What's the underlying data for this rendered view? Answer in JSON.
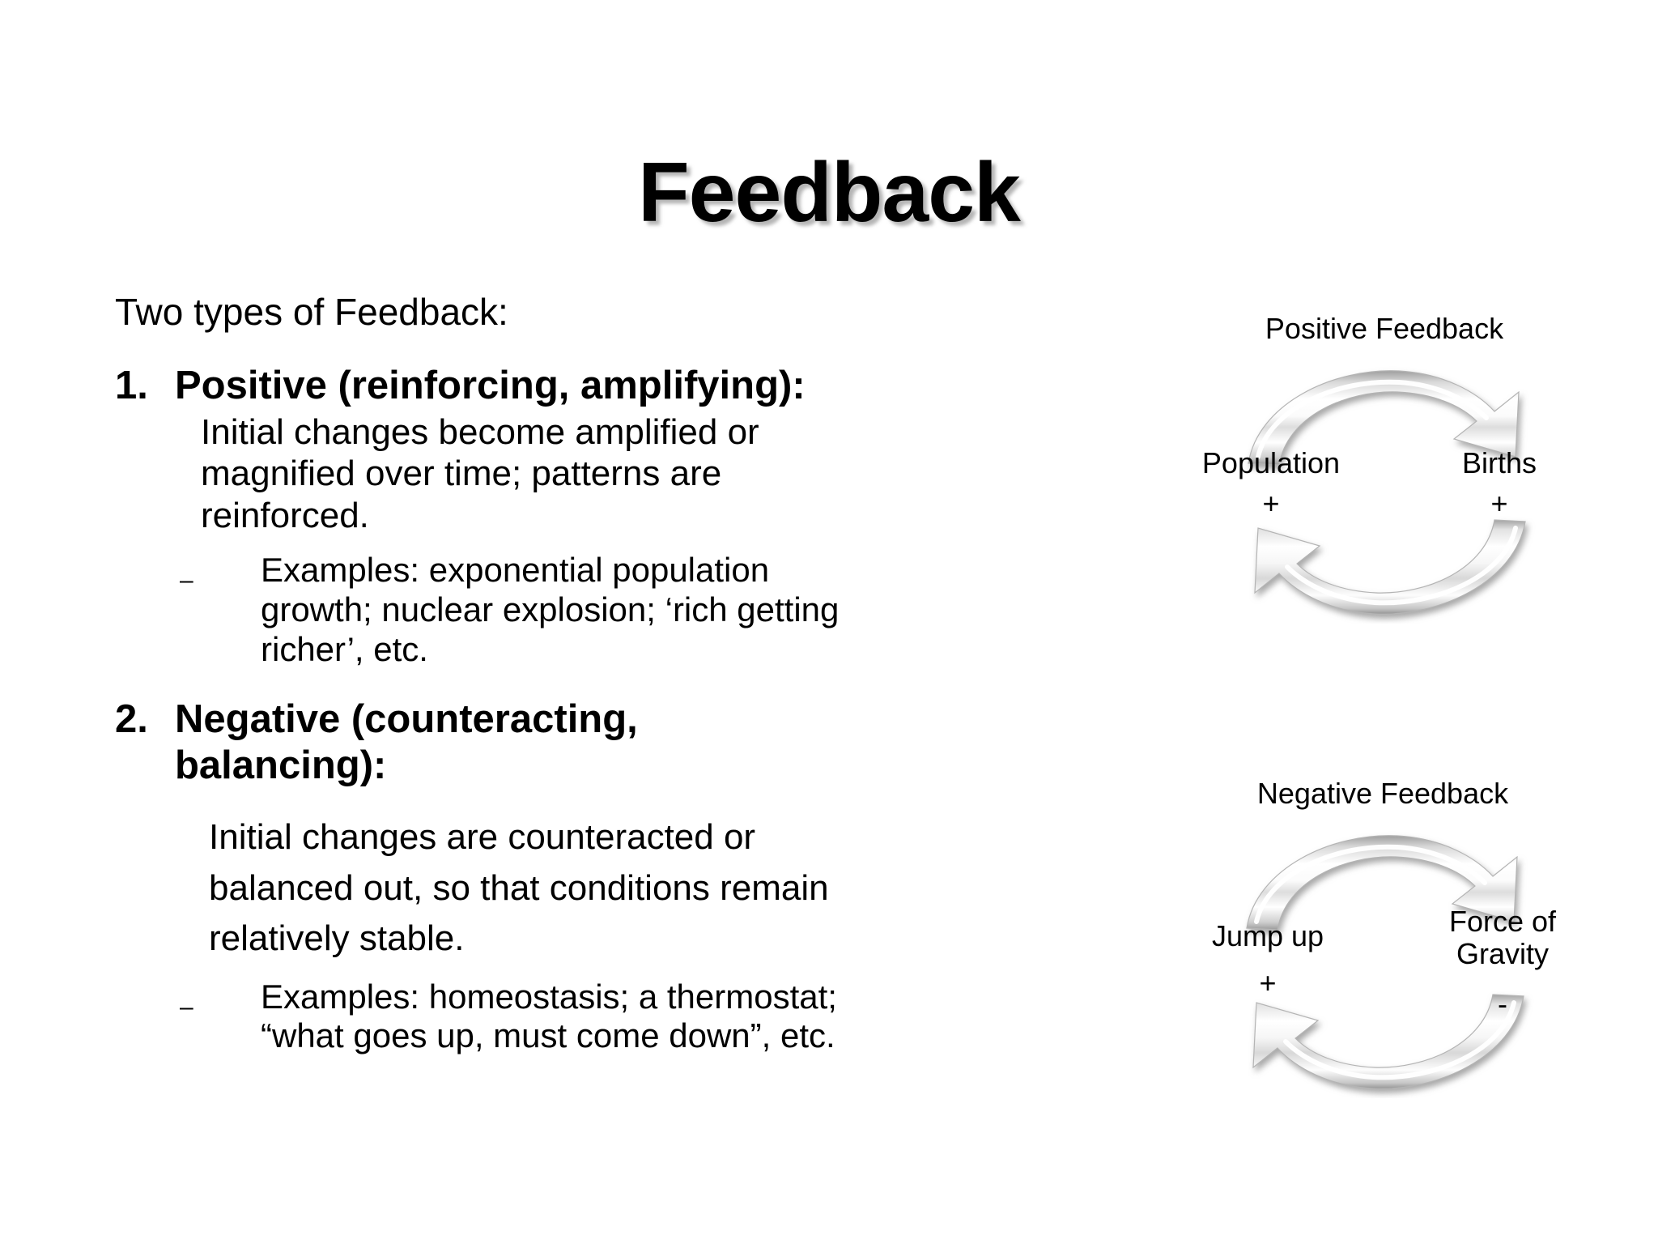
{
  "slide": {
    "title": "Feedback",
    "lead": "Two types of Feedback:"
  },
  "points": [
    {
      "marker": "1.",
      "heading": "Positive (reinforcing, amplifying):",
      "detail": "Initial changes become amplified  or\nmagnified over time; patterns are\nreinforced.",
      "sub_marker": "–",
      "sub_detail": "Examples:  exponential population\ngrowth; nuclear explosion; ‘rich getting\nricher’, etc."
    },
    {
      "marker": "2.",
      "heading": "Negative (counteracting,\nbalancing):",
      "detail": "Initial changes are counteracted or\nbalanced out, so that conditions remain\nrelatively stable.",
      "sub_marker": "–",
      "sub_detail": "Examples:  homeostasis; a thermostat;\n“what goes up, must come down”, etc."
    }
  ],
  "diagrams": [
    {
      "title": "Positive Feedback",
      "left_label": "Population",
      "right_label": "Births",
      "left_sign": "+",
      "right_sign": "+"
    },
    {
      "title": "Negative Feedback",
      "left_label": "Jump up",
      "right_label": "Force of\nGravity",
      "left_sign": "+",
      "right_sign": "-"
    }
  ],
  "colors": {
    "background": "#ffffff",
    "text": "#000000",
    "arrow_light": "#ffffff",
    "arrow_mid": "#e8e8e8",
    "arrow_dark": "#a9a9a9",
    "title_shadow": "#787878"
  }
}
